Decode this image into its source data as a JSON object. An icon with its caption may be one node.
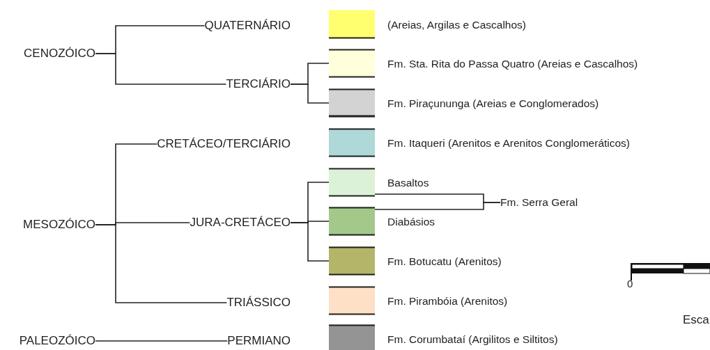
{
  "diagram": {
    "nodes": [
      {
        "text": [
          "CENOZÓICO"
        ]
      },
      {
        "text": [
          "QUATERNÁRIO"
        ]
      },
      {
        "text": [
          "TERCIÁRIO"
        ]
      },
      {
        "text": [
          "MESOZÓICO"
        ]
      },
      {
        "text": [
          "CRETÁCEO/TERCIÁRIO"
        ]
      },
      {
        "text": [
          "JURA-CRETÁCEO"
        ]
      },
      {
        "text": [
          "TRIÁSSICO"
        ]
      },
      {
        "text": [
          "PALEOZÓICO"
        ]
      },
      {
        "text": [
          "PERMIANO"
        ]
      },
      {
        "text": [],
        "shape": "box"
      },
      {
        "text": [],
        "shape": "box"
      },
      {
        "text": [],
        "shape": "box"
      },
      {
        "text": [],
        "shape": "box"
      },
      {
        "text": [],
        "shape": "box"
      },
      {
        "text": [],
        "shape": "box"
      },
      {
        "text": [],
        "shape": "box"
      },
      {
        "text": [],
        "shape": "box"
      },
      {
        "text": [],
        "shape": "box"
      },
      {
        "text": [
          "Fm. Serra Geral"
        ]
      }
    ],
    "edges": [
      {
        "from": 0,
        "to": 1,
        "arrow": "none"
      },
      {
        "from": 0,
        "to": 2,
        "arrow": "none"
      },
      {
        "from": 2,
        "to": 10,
        "arrow": "none"
      },
      {
        "from": 2,
        "to": 11,
        "arrow": "none"
      },
      {
        "from": 3,
        "to": 4,
        "arrow": "none"
      },
      {
        "from": 3,
        "to": 5,
        "arrow": "none"
      },
      {
        "from": 3,
        "to": 6,
        "arrow": "none"
      },
      {
        "from": 5,
        "to": 13,
        "arrow": "none"
      },
      {
        "from": 5,
        "to": 14,
        "arrow": "none"
      },
      {
        "from": 5,
        "to": 15,
        "arrow": "none"
      },
      {
        "from": 13,
        "to": 18,
        "arrow": "none"
      },
      {
        "from": 14,
        "to": 18,
        "arrow": "none"
      },
      {
        "from": 7,
        "to": 8,
        "arrow": "none"
      }
    ],
    "labels": [
      "0",
      "Esca"
    ],
    "legend": [
      {
        "text": "(Areias, Argilas e Cascalhos)",
        "color": "#ffff70"
      },
      {
        "text": "Fm. Sta. Rita do Passa Quatro (Areias e Cascalhos)",
        "color": "#ffffdc"
      },
      {
        "text": "Fm. Piraçununga (Areias e Conglomerados)",
        "color": "#d3d3d3"
      },
      {
        "text": "Fm. Itaqueri (Arenitos e Arenitos Conglomeráticos)",
        "color": "#afd8d8"
      },
      {
        "text": "Basaltos",
        "color": "#dcf2d8"
      },
      {
        "text": "Diabásios",
        "color": "#a3c98a"
      },
      {
        "text": "Fm. Botucatu (Arenitos)",
        "color": "#b5b56a"
      },
      {
        "text": "Fm. Pirambóia (Arenitos)",
        "color": "#fde0c5"
      },
      {
        "text": "Fm. Corumbataí (Argilitos e Siltitos)",
        "color": "#949494"
      }
    ]
  }
}
